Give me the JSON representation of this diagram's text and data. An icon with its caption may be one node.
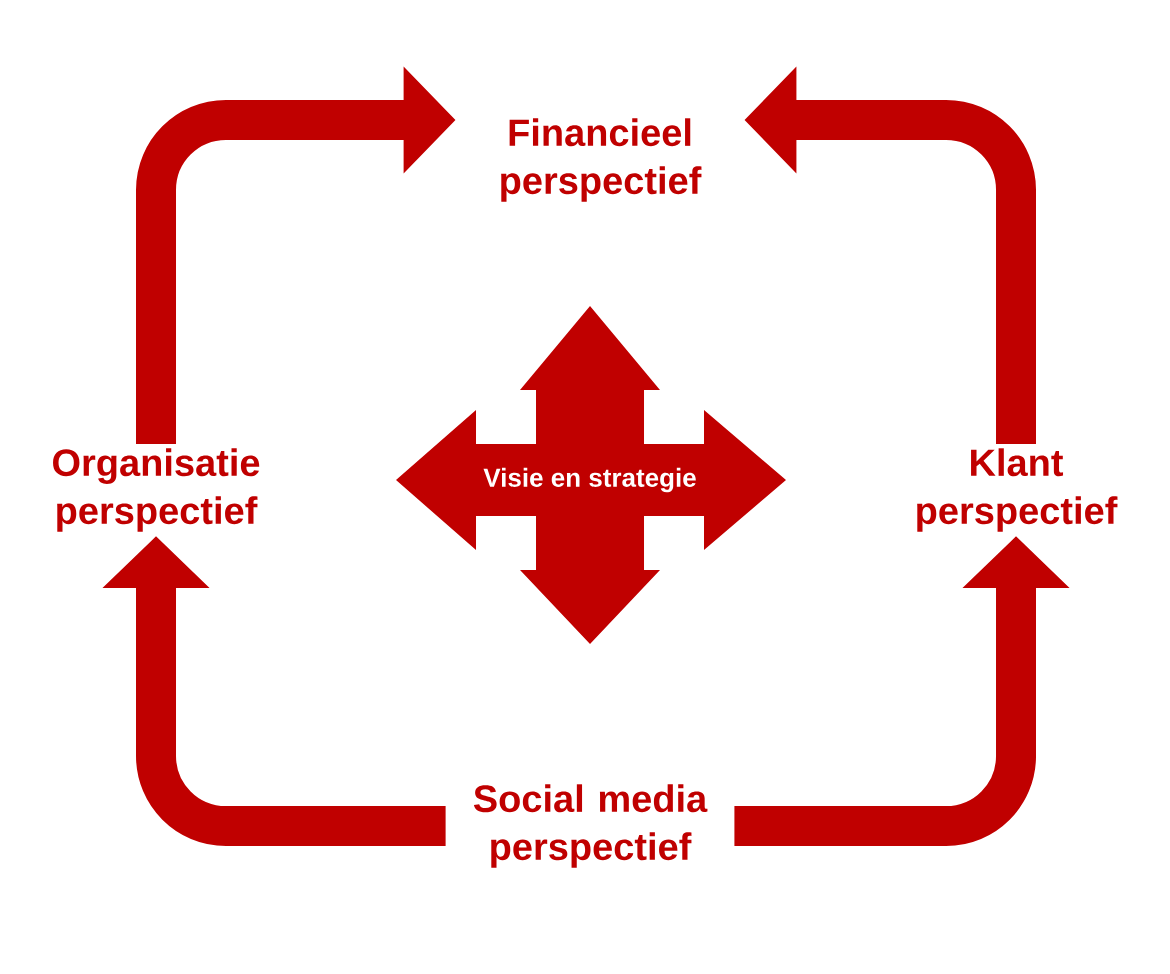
{
  "diagram": {
    "nodes": [
      {
        "text": [
          "Financieel perspectief"
        ]
      },
      {
        "text": [
          "Klant perspectief"
        ]
      },
      {
        "text": [
          "Social media perspectief"
        ]
      },
      {
        "text": [
          "Organisatie perspectief"
        ]
      },
      {
        "text": [
          "Visie en strategie"
        ]
      }
    ],
    "edges": [
      {
        "from": 3,
        "to": 0,
        "arrow": "to"
      },
      {
        "from": 1,
        "to": 0,
        "arrow": "to"
      },
      {
        "from": 2,
        "to": 1,
        "arrow": "to"
      },
      {
        "from": 2,
        "to": 3,
        "arrow": "to"
      }
    ]
  }
}
